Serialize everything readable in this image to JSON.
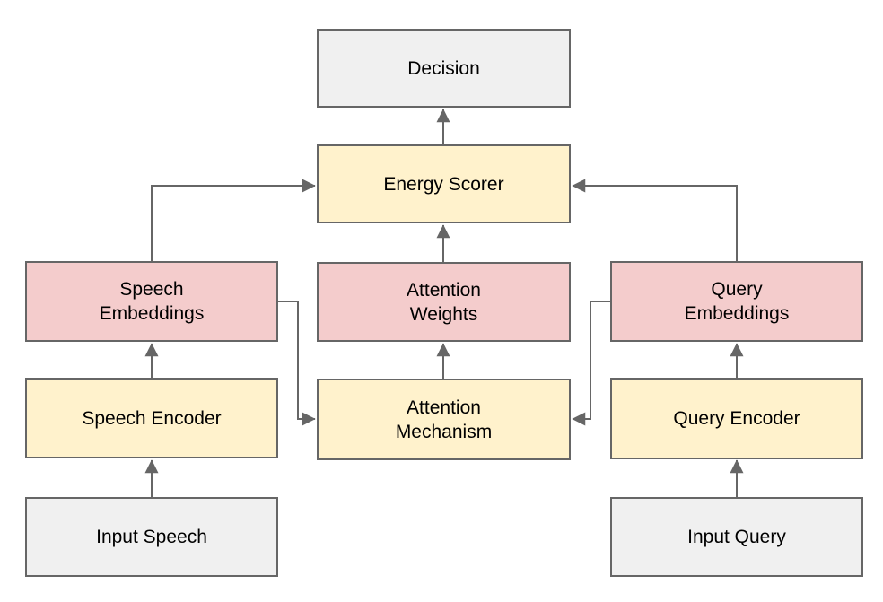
{
  "diagram": {
    "nodes": [
      {
        "id": "decision",
        "label": "Decision",
        "fill": "#f0f0f0"
      },
      {
        "id": "energy-scorer",
        "label": "Energy Scorer",
        "fill": "#fff2cc"
      },
      {
        "id": "speech-embeddings",
        "label": "Speech\nEmbeddings",
        "fill": "#f4cccc"
      },
      {
        "id": "attention-weights",
        "label": "Attention\nWeights",
        "fill": "#f4cccc"
      },
      {
        "id": "query-embeddings",
        "label": "Query\nEmbeddings",
        "fill": "#f4cccc"
      },
      {
        "id": "speech-encoder",
        "label": "Speech Encoder",
        "fill": "#fff2cc"
      },
      {
        "id": "attention-mechanism",
        "label": "Attention\nMechanism",
        "fill": "#fff2cc"
      },
      {
        "id": "query-encoder",
        "label": "Query Encoder",
        "fill": "#fff2cc"
      },
      {
        "id": "input-speech",
        "label": "Input Speech",
        "fill": "#f0f0f0"
      },
      {
        "id": "input-query",
        "label": "Input Query",
        "fill": "#f0f0f0"
      }
    ],
    "edges": [
      {
        "from": "input-speech",
        "to": "speech-encoder"
      },
      {
        "from": "speech-encoder",
        "to": "speech-embeddings"
      },
      {
        "from": "speech-embeddings",
        "to": "energy-scorer"
      },
      {
        "from": "speech-embeddings",
        "to": "attention-mechanism"
      },
      {
        "from": "input-query",
        "to": "query-encoder"
      },
      {
        "from": "query-encoder",
        "to": "query-embeddings"
      },
      {
        "from": "query-embeddings",
        "to": "energy-scorer"
      },
      {
        "from": "query-embeddings",
        "to": "attention-mechanism"
      },
      {
        "from": "attention-mechanism",
        "to": "attention-weights"
      },
      {
        "from": "attention-weights",
        "to": "energy-scorer"
      },
      {
        "from": "energy-scorer",
        "to": "decision"
      }
    ],
    "colors": {
      "background": "#ffffff",
      "node_border": "#666666",
      "arrow": "#666666",
      "text": "#000000",
      "fill_gray": "#f0f0f0",
      "fill_yellow": "#fff2cc",
      "fill_pink": "#f4cccc"
    }
  }
}
